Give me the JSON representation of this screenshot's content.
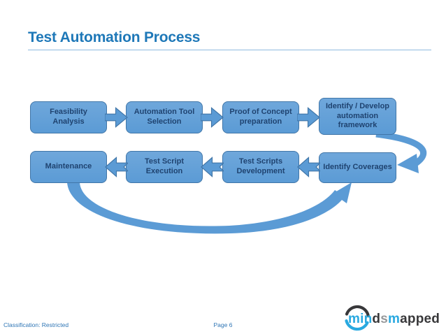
{
  "slide": {
    "title": "Test Automation Process",
    "footer": {
      "classification": "Classification: Restricted",
      "page": "Page 6"
    }
  },
  "flowchart": {
    "row1": [
      {
        "label": "Feasibility Analysis"
      },
      {
        "label": "Automation Tool Selection"
      },
      {
        "label": "Proof of Concept preparation"
      },
      {
        "label": "Identify / Develop automation framework"
      }
    ],
    "row2": [
      {
        "label": "Maintenance"
      },
      {
        "label": "Test Script Execution"
      },
      {
        "label": "Test Scripts Development"
      },
      {
        "label": "Identify Coverages"
      }
    ]
  },
  "logo": {
    "brand": "mindsmapped",
    "colors": {
      "blue": "#29A9E0",
      "dark": "#38383A",
      "gray": "#97999B"
    },
    "letters": [
      {
        "ch": "m",
        "c": "blue"
      },
      {
        "ch": "i",
        "c": "blue"
      },
      {
        "ch": "n",
        "c": "blue"
      },
      {
        "ch": "d",
        "c": "dark"
      },
      {
        "ch": "s",
        "c": "gray"
      },
      {
        "ch": "m",
        "c": "blue"
      },
      {
        "ch": "a",
        "c": "dark"
      },
      {
        "ch": "p",
        "c": "dark"
      },
      {
        "ch": "p",
        "c": "dark"
      },
      {
        "ch": "e",
        "c": "dark"
      },
      {
        "ch": "d",
        "c": "dark"
      }
    ]
  },
  "colors": {
    "title": "#1E78B8",
    "title_underline": "#8FBADF",
    "box_fill": "#5B9BD5",
    "box_fill_light": "#6FA7DB",
    "box_border": "#4176A8",
    "box_text": "#1F4370",
    "arrow_fill": "#5B9BD5",
    "footer_text": "#2E75B5",
    "background": "#FFFFFF"
  }
}
